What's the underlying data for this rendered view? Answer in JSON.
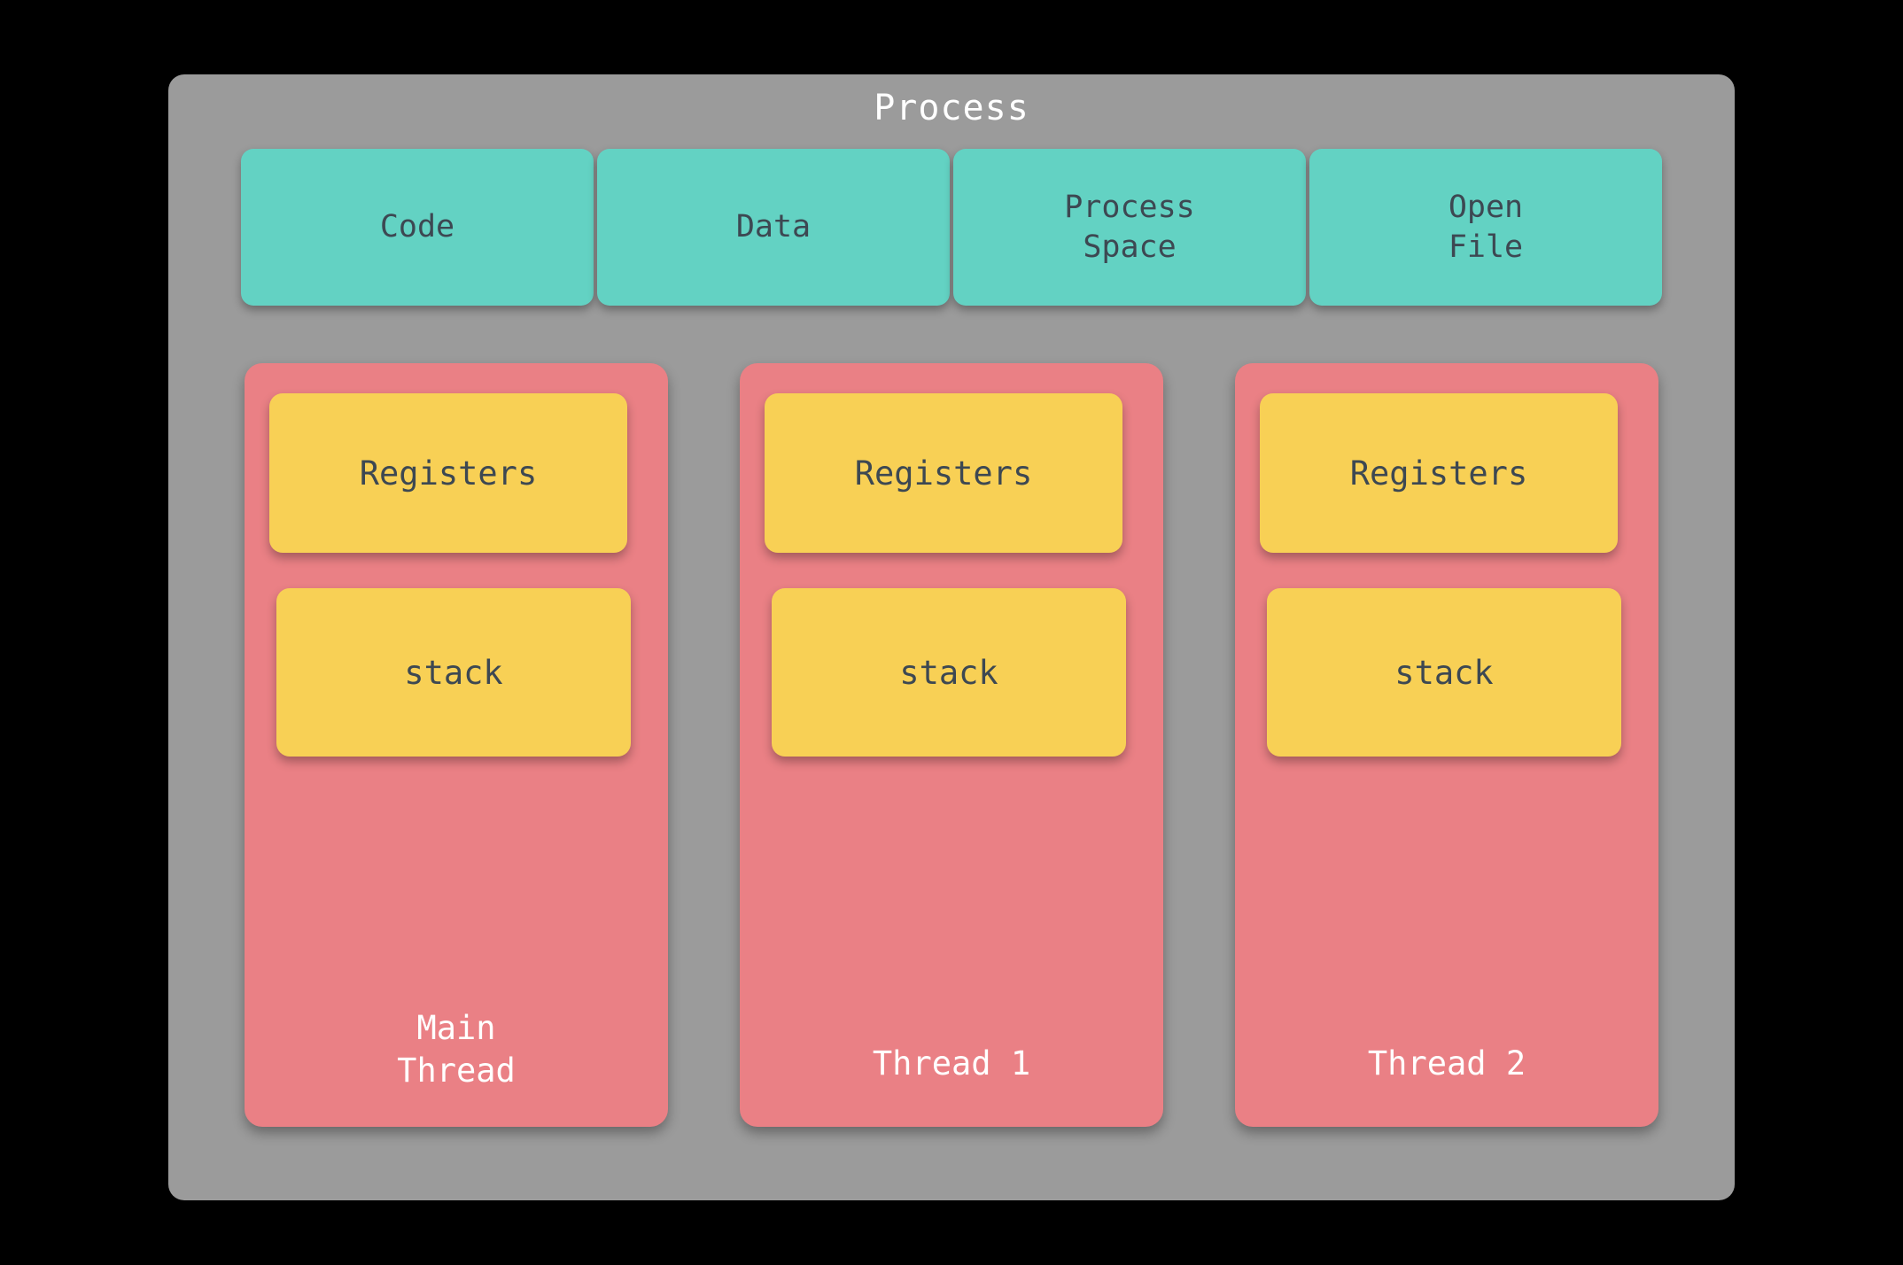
{
  "diagram": {
    "title": "Process",
    "background_color": "#000000",
    "panel_color": "#9b9b9b",
    "resource_color": "#63d2c3",
    "thread_color": "#ea8085",
    "slot_color": "#f8d055",
    "text_dark": "#3d4852",
    "text_light": "#ffffff"
  },
  "resources": [
    {
      "label": "Code"
    },
    {
      "label": "Data"
    },
    {
      "label": "Process\nSpace"
    },
    {
      "label": "Open\nFile"
    }
  ],
  "threads": [
    {
      "name": "Main\nThread",
      "registers_label": "Registers",
      "stack_label": "stack"
    },
    {
      "name": "Thread 1",
      "registers_label": "Registers",
      "stack_label": "stack"
    },
    {
      "name": "Thread 2",
      "registers_label": "Registers",
      "stack_label": "stack"
    }
  ]
}
